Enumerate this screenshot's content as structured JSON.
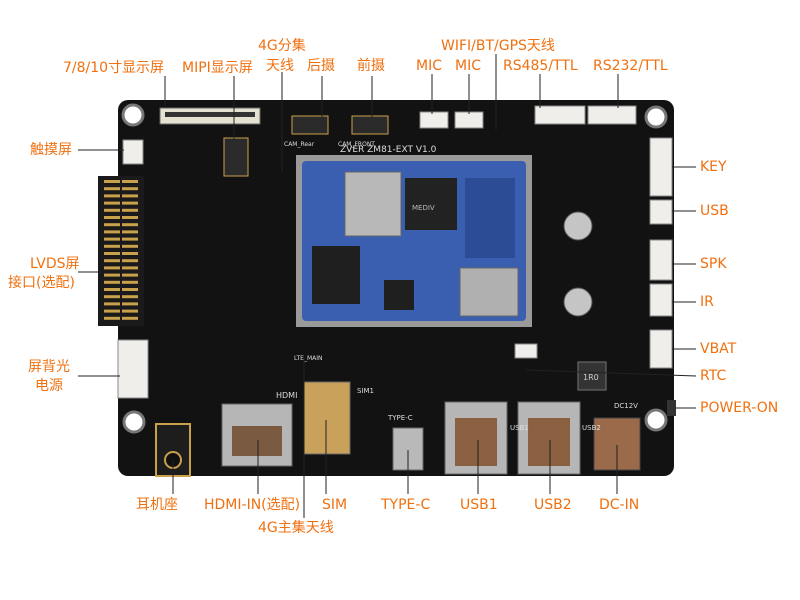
{
  "title": "主板接口图",
  "board": {
    "silkscreen_model": "ZM81-EXT V1.0",
    "silkscreen_brand": "ZVER",
    "silk_hdmi": "HDMI",
    "silk_usb1": "USB1",
    "silk_usb2": "USB2",
    "silk_typec": "TYPE-C",
    "silk_dc12v": "DC12V",
    "silk_sim": "SIM1",
    "silk_cam_rear": "CAM_Rear",
    "silk_cam_front": "CAM_FRONT",
    "silk_lte": "LTE_MAIN",
    "silk_chip": "MEDIV",
    "silk_inductor": "1R0"
  },
  "labels": {
    "lcd": "7/8/10寸显示屏",
    "mipi": "MIPI显示屏",
    "ant4g_1": "4G分集",
    "ant4g_2": "天线",
    "rear_cam": "后摄",
    "front_cam": "前摄",
    "wifi": "WIFI/BT/GPS天线",
    "mic1": "MIC",
    "mic2": "MIC",
    "rs485": "RS485/TTL",
    "rs232": "RS232/TTL",
    "touch": "触摸屏",
    "lvds1": "LVDS屏",
    "lvds2": "接口(选配)",
    "backlight1": "屏背光",
    "backlight2": "电源",
    "key": "KEY",
    "usb": "USB",
    "spk": "SPK",
    "ir": "IR",
    "vbat": "VBAT",
    "rtc": "RTC",
    "power_on": "POWER-ON",
    "earphone": "耳机座",
    "hdmi_in": "HDMI-IN(选配)",
    "sim": "SIM",
    "typec": "TYPE-C",
    "usb1": "USB1",
    "usb2": "USB2",
    "dc_in": "DC-IN",
    "ant4g_main": "4G主集天线"
  },
  "colors": {
    "label": "#f07010",
    "board": "#121212",
    "module": "#3a5fb0",
    "metal": "#a9a9a9",
    "connector_white": "#efeeea",
    "copper": "#c98a5a"
  }
}
